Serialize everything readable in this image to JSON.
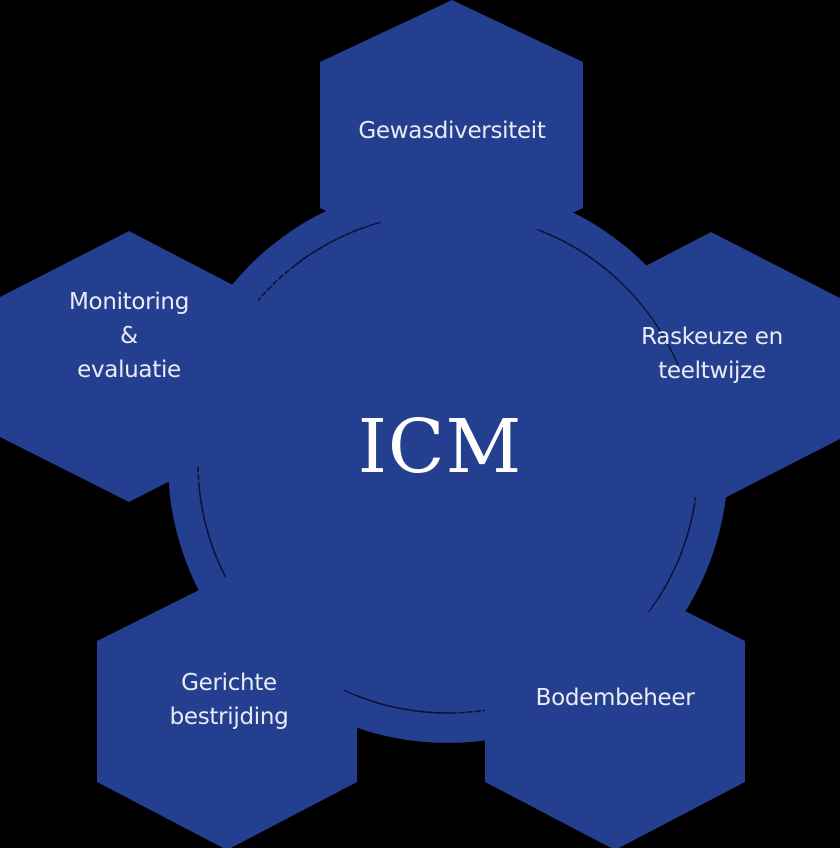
{
  "diagram": {
    "title": "ICM",
    "colors": {
      "fill": "#243f8f",
      "background": "#000000",
      "text": "#e9ebf3",
      "ring_line": "#0a1030"
    },
    "center": {
      "label": "ICM"
    },
    "nodes": [
      {
        "id": "top",
        "lines": [
          "Gewasdiversiteit"
        ]
      },
      {
        "id": "right",
        "lines": [
          "Raskeuze en",
          "teeltwijze"
        ]
      },
      {
        "id": "bottom-right",
        "lines": [
          "Bodembeheer"
        ]
      },
      {
        "id": "bottom-left",
        "lines": [
          "Gerichte",
          "bestrijding"
        ]
      },
      {
        "id": "left",
        "lines": [
          "Monitoring",
          "&",
          "evaluatie"
        ]
      }
    ]
  }
}
